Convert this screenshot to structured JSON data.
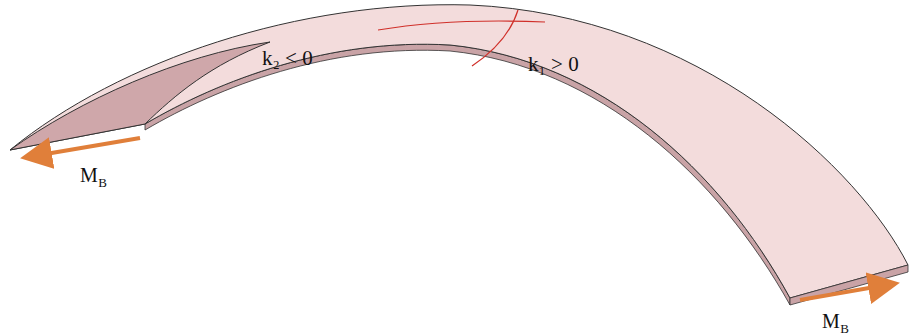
{
  "diagram": {
    "labels": [
      "k₂ < 0",
      "k₁ > 0",
      "M",
      "B",
      "M",
      "B"
    ]
  }
}
